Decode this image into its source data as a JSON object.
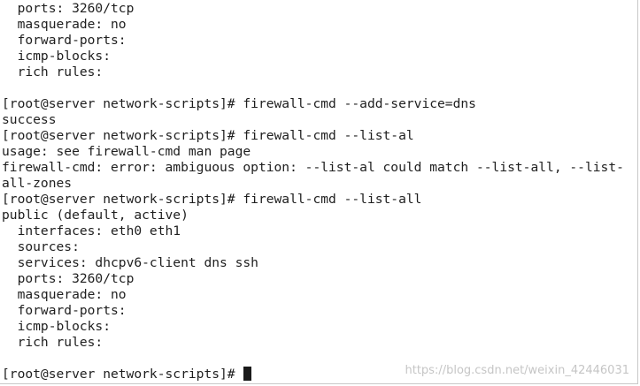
{
  "terminal": {
    "lines": [
      "  ports: 3260/tcp",
      "  masquerade: no",
      "  forward-ports:",
      "  icmp-blocks:",
      "  rich rules:",
      "",
      "[root@server network-scripts]# firewall-cmd --add-service=dns",
      "success",
      "[root@server network-scripts]# firewall-cmd --list-al",
      "usage: see firewall-cmd man page",
      "firewall-cmd: error: ambiguous option: --list-al could match --list-all, --list-",
      "all-zones",
      "[root@server network-scripts]# firewall-cmd --list-all",
      "public (default, active)",
      "  interfaces: eth0 eth1",
      "  sources:",
      "  services: dhcpv6-client dns ssh",
      "  ports: 3260/tcp",
      "  masquerade: no",
      "  forward-ports:",
      "  icmp-blocks:",
      "  rich rules:",
      "",
      "[root@server network-scripts]# "
    ]
  },
  "watermark": "https://blog.csdn.net/weixin_42446031"
}
